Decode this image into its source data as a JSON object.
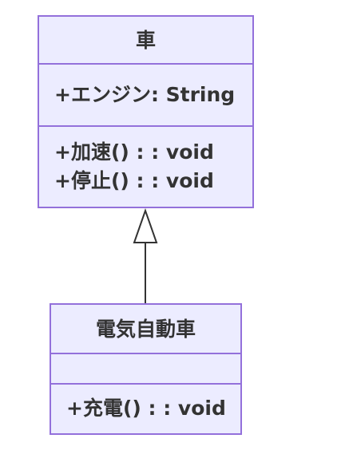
{
  "diagram": {
    "classes": [
      {
        "id": "car",
        "name": "車",
        "attributes": [
          "+エンジン: String"
        ],
        "methods": [
          "+加速() : : void",
          "+停止() : : void"
        ]
      },
      {
        "id": "electric_car",
        "name": "電気自動車",
        "attributes": [],
        "methods": [
          "+充電() : : void"
        ]
      }
    ],
    "relations": [
      {
        "type": "inheritance",
        "from": "電気自動車",
        "to": "車"
      }
    ],
    "colors": {
      "class_fill": "#ECECFF",
      "class_border": "#9370DB",
      "text": "#333333",
      "edge": "#333333"
    }
  }
}
